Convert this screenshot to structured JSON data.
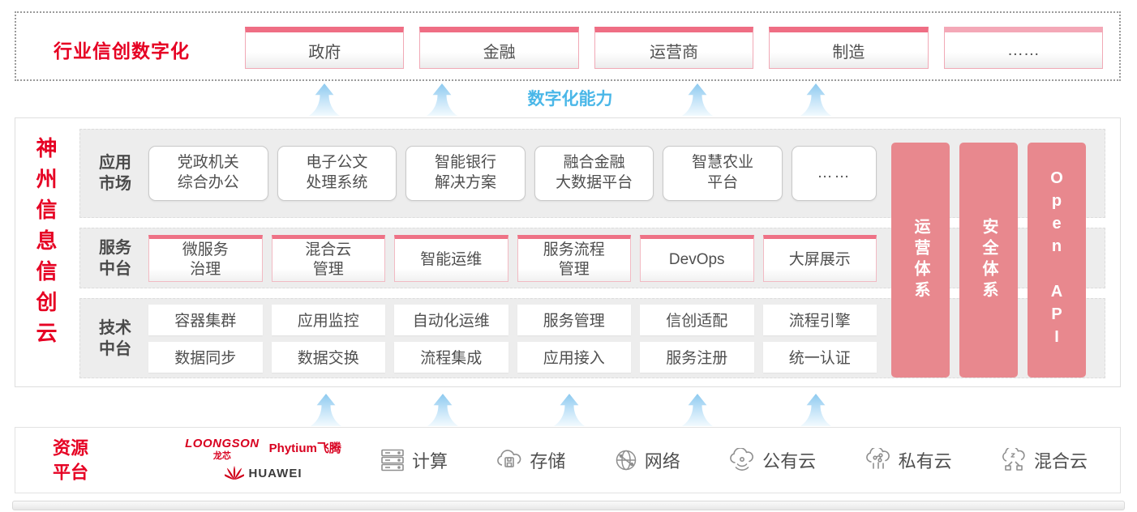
{
  "colors": {
    "accent_red": "#e60023",
    "pillar_pink": "#e8888e",
    "capability_blue": "#4ab7e8"
  },
  "top_band": {
    "label": "行业信创数字化",
    "industries": [
      "政府",
      "金融",
      "运营商",
      "制造",
      "……"
    ]
  },
  "capability_label": "数字化能力",
  "platform": {
    "title": "神州信息信创云",
    "rows": [
      {
        "label": "应用\n市场",
        "items": [
          "党政机关\n综合办公",
          "电子公文\n处理系统",
          "智能银行\n解决方案",
          "融合金融\n大数据平台",
          "智慧农业\n平台",
          "……"
        ]
      },
      {
        "label": "服务\n中台",
        "items": [
          "微服务\n治理",
          "混合云\n管理",
          "智能运维",
          "服务流程\n管理",
          "DevOps",
          "大屏展示"
        ]
      },
      {
        "label": "技术\n中台",
        "items_row1": [
          "容器集群",
          "应用监控",
          "自动化运维",
          "服务管理",
          "信创适配",
          "流程引擎"
        ],
        "items_row2": [
          "数据同步",
          "数据交换",
          "流程集成",
          "应用接入",
          "服务注册",
          "统一认证"
        ]
      }
    ],
    "pillars": [
      "运营体系",
      "安全体系",
      "Open API"
    ]
  },
  "resources": {
    "label": "资源\n平台",
    "vendors": {
      "loongson": "LOONGSON",
      "loongson_cn": "龙芯",
      "phytium": "Phytium飞腾",
      "huawei": "HUAWEI"
    },
    "items": [
      {
        "icon": "compute-icon",
        "label": "计算"
      },
      {
        "icon": "storage-icon",
        "label": "存储"
      },
      {
        "icon": "network-icon",
        "label": "网络"
      },
      {
        "icon": "public-cloud-icon",
        "label": "公有云"
      },
      {
        "icon": "private-cloud-icon",
        "label": "私有云"
      },
      {
        "icon": "hybrid-cloud-icon",
        "label": "混合云"
      }
    ]
  }
}
